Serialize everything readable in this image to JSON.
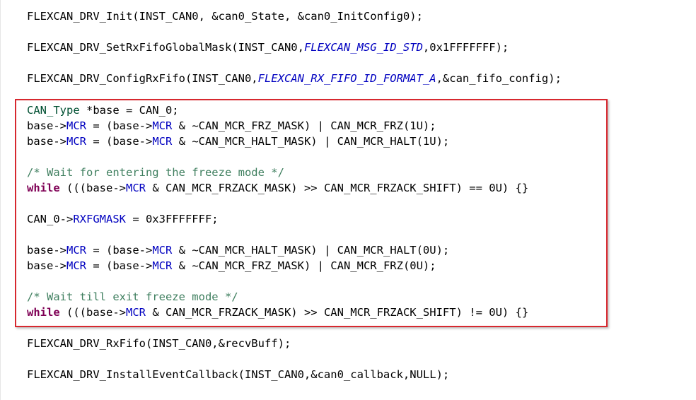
{
  "editor": {
    "lines": [
      {
        "tokens": [
          {
            "text": "FLEXCAN_DRV_Init(INST_CAN0, &can0_State, &can0_InitConfig0);",
            "kind": "plain"
          }
        ]
      },
      {
        "tokens": [
          {
            "text": "FLEXCAN_DRV_SetRxFifoGlobalMask(INST_CAN0,",
            "kind": "plain"
          },
          {
            "text": "FLEXCAN_MSG_ID_STD",
            "kind": "enum"
          },
          {
            "text": ",0x1FFFFFFF);",
            "kind": "plain"
          }
        ]
      },
      {
        "tokens": [
          {
            "text": "FLEXCAN_DRV_ConfigRxFifo(INST_CAN0,",
            "kind": "plain"
          },
          {
            "text": "FLEXCAN_RX_FIFO_ID_FORMAT_A",
            "kind": "enum"
          },
          {
            "text": ",&can_fifo_config);",
            "kind": "plain"
          }
        ]
      },
      {
        "tokens": [
          {
            "text": "CAN_Type",
            "kind": "type"
          },
          {
            "text": " *base = CAN_0;",
            "kind": "plain"
          }
        ]
      },
      {
        "tokens": [
          {
            "text": "base->",
            "kind": "plain"
          },
          {
            "text": "MCR",
            "kind": "field"
          },
          {
            "text": " = (base->",
            "kind": "plain"
          },
          {
            "text": "MCR",
            "kind": "field"
          },
          {
            "text": " & ~CAN_MCR_FRZ_MASK) | CAN_MCR_FRZ(1U);",
            "kind": "plain"
          }
        ]
      },
      {
        "tokens": [
          {
            "text": "base->",
            "kind": "plain"
          },
          {
            "text": "MCR",
            "kind": "field"
          },
          {
            "text": " = (base->",
            "kind": "plain"
          },
          {
            "text": "MCR",
            "kind": "field"
          },
          {
            "text": " & ~CAN_MCR_HALT_MASK) | CAN_MCR_HALT(1U);",
            "kind": "plain"
          }
        ]
      },
      {
        "tokens": [
          {
            "text": "/* Wait for entering the freeze mode */",
            "kind": "comment"
          }
        ]
      },
      {
        "tokens": [
          {
            "text": "while",
            "kind": "keyword"
          },
          {
            "text": " (((base->",
            "kind": "plain"
          },
          {
            "text": "MCR",
            "kind": "field"
          },
          {
            "text": " & CAN_MCR_FRZACK_MASK) >> CAN_MCR_FRZACK_SHIFT) == 0U) {}",
            "kind": "plain"
          }
        ]
      },
      {
        "tokens": [
          {
            "text": "CAN_0->",
            "kind": "plain"
          },
          {
            "text": "RXFGMASK",
            "kind": "field"
          },
          {
            "text": " = 0x3FFFFFFF;",
            "kind": "plain"
          }
        ]
      },
      {
        "tokens": [
          {
            "text": "base->",
            "kind": "plain"
          },
          {
            "text": "MCR",
            "kind": "field"
          },
          {
            "text": " = (base->",
            "kind": "plain"
          },
          {
            "text": "MCR",
            "kind": "field"
          },
          {
            "text": " & ~CAN_MCR_HALT_MASK) | CAN_MCR_HALT(0U);",
            "kind": "plain"
          }
        ]
      },
      {
        "tokens": [
          {
            "text": "base->",
            "kind": "plain"
          },
          {
            "text": "MCR",
            "kind": "field"
          },
          {
            "text": " = (base->",
            "kind": "plain"
          },
          {
            "text": "MCR",
            "kind": "field"
          },
          {
            "text": " & ~CAN_MCR_FRZ_MASK) | CAN_MCR_FRZ(0U);",
            "kind": "plain"
          }
        ]
      },
      {
        "tokens": [
          {
            "text": "/* Wait till exit freeze mode */",
            "kind": "comment"
          }
        ]
      },
      {
        "tokens": [
          {
            "text": "while",
            "kind": "keyword"
          },
          {
            "text": " (((base->",
            "kind": "plain"
          },
          {
            "text": "MCR",
            "kind": "field"
          },
          {
            "text": " & CAN_MCR_FRZACK_MASK) >> CAN_MCR_FRZACK_SHIFT) != 0U) {}",
            "kind": "plain"
          }
        ]
      },
      {
        "tokens": [
          {
            "text": "FLEXCAN_DRV_RxFifo(INST_CAN0,&recvBuff);",
            "kind": "plain"
          }
        ]
      },
      {
        "tokens": [
          {
            "text": "FLEXCAN_DRV_InstallEventCallback(INST_CAN0,&can0_callback,NULL);",
            "kind": "plain"
          }
        ]
      }
    ]
  },
  "colors": {
    "highlight_border": "#d7282f",
    "field": "#0000c0",
    "type": "#005032",
    "comment": "#3f7f5f",
    "keyword": "#7f0055"
  }
}
